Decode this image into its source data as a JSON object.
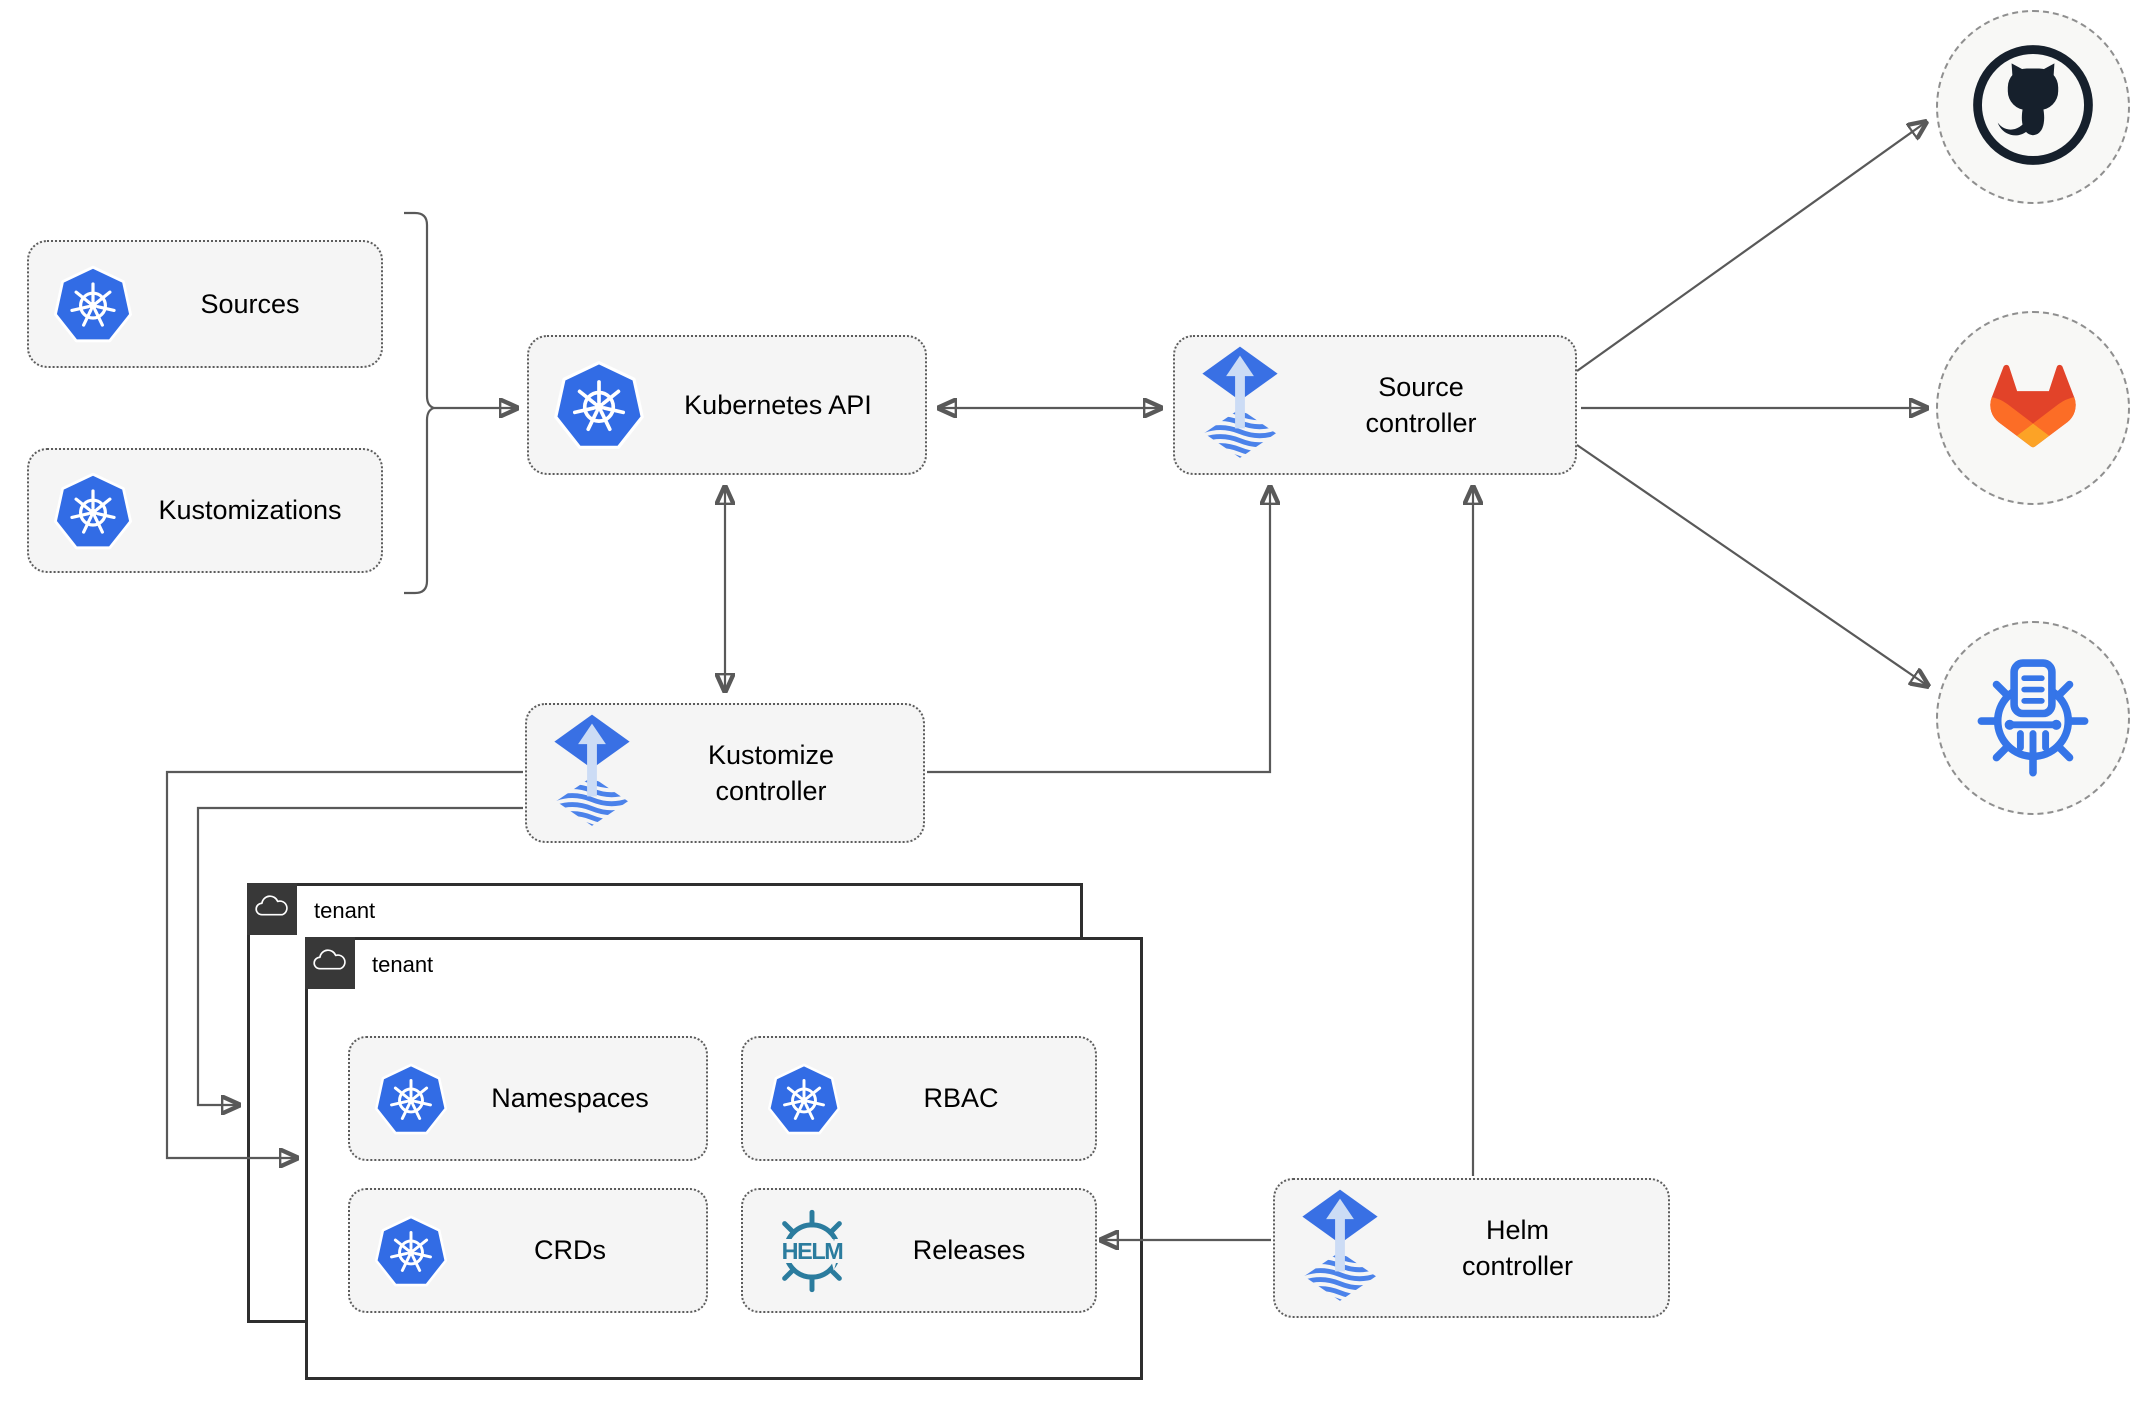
{
  "nodes": {
    "sources": {
      "label": "Sources",
      "icon": "kubernetes-icon"
    },
    "kustomizations": {
      "label": "Kustomizations",
      "icon": "kubernetes-icon"
    },
    "kubernetes_api": {
      "label": "Kubernetes API",
      "icon": "kubernetes-icon"
    },
    "source_controller": {
      "label": "Source\ncontroller",
      "icon": "flux-icon"
    },
    "kustomize_controller": {
      "label": "Kustomize\ncontroller",
      "icon": "flux-icon"
    },
    "helm_controller": {
      "label": "Helm\ncontroller",
      "icon": "flux-icon"
    },
    "tenant_back": {
      "label": "tenant",
      "icon": "cloud-icon"
    },
    "tenant_front": {
      "label": "tenant",
      "icon": "cloud-icon"
    },
    "namespaces": {
      "label": "Namespaces",
      "icon": "kubernetes-icon"
    },
    "rbac": {
      "label": "RBAC",
      "icon": "kubernetes-icon"
    },
    "crds": {
      "label": "CRDs",
      "icon": "kubernetes-icon"
    },
    "releases": {
      "label": "Releases",
      "icon": "helm-icon",
      "helm_logo_text": "HELM"
    }
  },
  "external_targets": [
    {
      "name": "github",
      "icon": "github-icon"
    },
    {
      "name": "gitlab",
      "icon": "gitlab-icon"
    },
    {
      "name": "artifact-registry",
      "icon": "kubernetes-registry-icon"
    }
  ],
  "edges": [
    {
      "from": "sources-and-kustomizations-bracket",
      "to": "kubernetes-api",
      "arrows": "end"
    },
    {
      "from": "kubernetes-api",
      "to": "source-controller",
      "arrows": "both"
    },
    {
      "from": "kubernetes-api",
      "to": "kustomize-controller",
      "arrows": "both"
    },
    {
      "from": "kustomize-controller",
      "to": "source-controller",
      "arrows": "end"
    },
    {
      "from": "helm-controller",
      "to": "source-controller",
      "arrows": "end"
    },
    {
      "from": "kustomize-controller",
      "to": "tenant-front",
      "arrows": "end"
    },
    {
      "from": "kustomize-controller",
      "to": "tenant-back",
      "arrows": "end"
    },
    {
      "from": "helm-controller",
      "to": "releases",
      "arrows": "end"
    },
    {
      "from": "source-controller",
      "to": "github",
      "arrows": "end"
    },
    {
      "from": "source-controller",
      "to": "gitlab",
      "arrows": "end"
    },
    {
      "from": "source-controller",
      "to": "artifact-registry",
      "arrows": "end"
    }
  ],
  "colors": {
    "kubernetes_blue": "#326ce5",
    "flux_blue": "#3970e4",
    "flux_arrow_light": "#ccdcf5",
    "helm_teal": "#2b7c9e",
    "github_dark": "#16202c",
    "gitlab_red": "#e24329",
    "gitlab_orange": "#fc6d26",
    "gitlab_light_orange": "#fca326",
    "registry_blue": "#3575e8",
    "connector_gray": "#595959",
    "node_fill": "#f5f5f5",
    "tenant_border": "#2f2f2f",
    "tenant_header_bg": "#383838"
  }
}
